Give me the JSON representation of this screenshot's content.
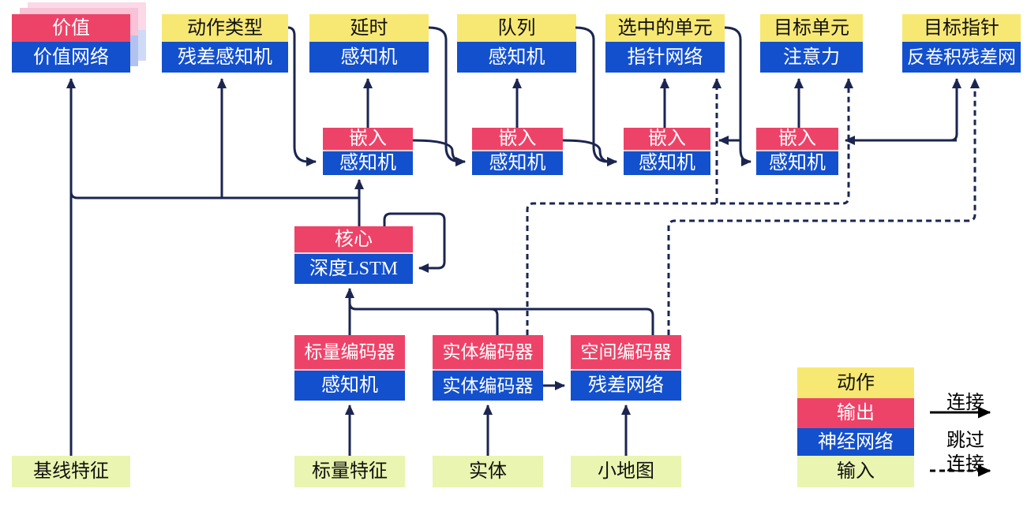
{
  "figure": {
    "description": "AlphaStar-style agent architecture flow diagram (Chinese labels)",
    "palette": {
      "action_yellow": "#F7E874",
      "output_red": "#EE4368",
      "network_blue": "#1350CE",
      "input_green": "#E9F5B0",
      "line_navy": "#1B2550",
      "legend_black": "#000000",
      "value_shadow_pink_near": "#F8C3D6",
      "value_shadow_blue_near": "#B2C2F0",
      "value_shadow_pink_far": "#FBD9E6",
      "value_shadow_blue_far": "#CFDAF6"
    }
  },
  "nodes": {
    "value": {
      "top": "价值",
      "bottom": "价值网络"
    },
    "action_type": {
      "top": "动作类型",
      "bottom": "残差感知机"
    },
    "delay": {
      "top": "延时",
      "bottom": "感知机"
    },
    "queue": {
      "top": "队列",
      "bottom": "感知机"
    },
    "selected_units": {
      "top": "选中的单元",
      "bottom": "指针网络"
    },
    "target_unit": {
      "top": "目标单元",
      "bottom": "注意力"
    },
    "target_point": {
      "top": "目标指针",
      "bottom": "反卷积残差网"
    },
    "embed": {
      "top": "嵌入",
      "bottom": "感知机"
    },
    "core": {
      "top": "核心",
      "bottom": "深度LSTM"
    },
    "scalar_encoder": {
      "top": "标量编码器",
      "bottom": "感知机"
    },
    "entity_encoder": {
      "top": "实体编码器",
      "bottom": "实体编码器"
    },
    "spatial_encoder": {
      "top": "空间编码器",
      "bottom": "残差网络"
    },
    "baseline_features": {
      "label": "基线特征"
    },
    "scalar_features": {
      "label": "标量特征"
    },
    "entities": {
      "label": "实体"
    },
    "minimap": {
      "label": "小地图"
    }
  },
  "legend": {
    "swatches": [
      {
        "label": "动作",
        "meaning": "action",
        "color": "#F7E874"
      },
      {
        "label": "输出",
        "meaning": "output",
        "color": "#EE4368"
      },
      {
        "label": "神经网络",
        "meaning": "neural-network",
        "color": "#1350CE"
      },
      {
        "label": "输入",
        "meaning": "input",
        "color": "#E9F5B0"
      }
    ],
    "solid_arrow_label": "连接",
    "dashed_arrow_label_line1": "跳过",
    "dashed_arrow_label_line2": "连接"
  },
  "connections": [
    {
      "from": "基线特征",
      "to": "价值网络",
      "style": "solid"
    },
    {
      "from": "核心",
      "to": "价值网络",
      "style": "solid"
    },
    {
      "from": "核心",
      "to": "残差感知机",
      "style": "solid"
    },
    {
      "from": "核心",
      "to": "嵌入1",
      "style": "solid"
    },
    {
      "from": "核心",
      "to": "核心",
      "style": "solid",
      "note": "recurrent-loop"
    },
    {
      "from": "嵌入1",
      "to": "延时",
      "style": "solid"
    },
    {
      "from": "嵌入2",
      "to": "队列",
      "style": "solid"
    },
    {
      "from": "嵌入3",
      "to": "指针网络",
      "style": "solid"
    },
    {
      "from": "嵌入4",
      "to": "注意力",
      "style": "solid"
    },
    {
      "from": "动作类型",
      "to": "嵌入1",
      "style": "solid"
    },
    {
      "from": "延时",
      "to": "嵌入2",
      "style": "solid"
    },
    {
      "from": "嵌入1",
      "to": "嵌入2",
      "style": "solid"
    },
    {
      "from": "队列",
      "to": "嵌入3",
      "style": "solid"
    },
    {
      "from": "嵌入2",
      "to": "嵌入3",
      "style": "solid"
    },
    {
      "from": "选中的单元",
      "to": "嵌入3",
      "style": "solid"
    },
    {
      "from": "选中的单元",
      "to": "嵌入4",
      "style": "solid"
    },
    {
      "from": "嵌入4",
      "to": "反卷积残差网",
      "style": "solid"
    },
    {
      "from": "标量特征",
      "to": "标量编码器",
      "style": "solid"
    },
    {
      "from": "实体",
      "to": "实体编码器",
      "style": "solid"
    },
    {
      "from": "小地图",
      "to": "空间编码器",
      "style": "solid"
    },
    {
      "from": "标量编码器",
      "to": "核心",
      "style": "solid"
    },
    {
      "from": "实体编码器",
      "to": "核心",
      "style": "solid"
    },
    {
      "from": "空间编码器",
      "to": "核心",
      "style": "solid"
    },
    {
      "from": "实体编码器",
      "to": "残差网络",
      "style": "solid"
    },
    {
      "from": "实体编码器",
      "to": "指针网络",
      "style": "dashed"
    },
    {
      "from": "实体编码器",
      "to": "注意力",
      "style": "dashed"
    },
    {
      "from": "空间编码器",
      "to": "反卷积残差网",
      "style": "dashed"
    }
  ]
}
